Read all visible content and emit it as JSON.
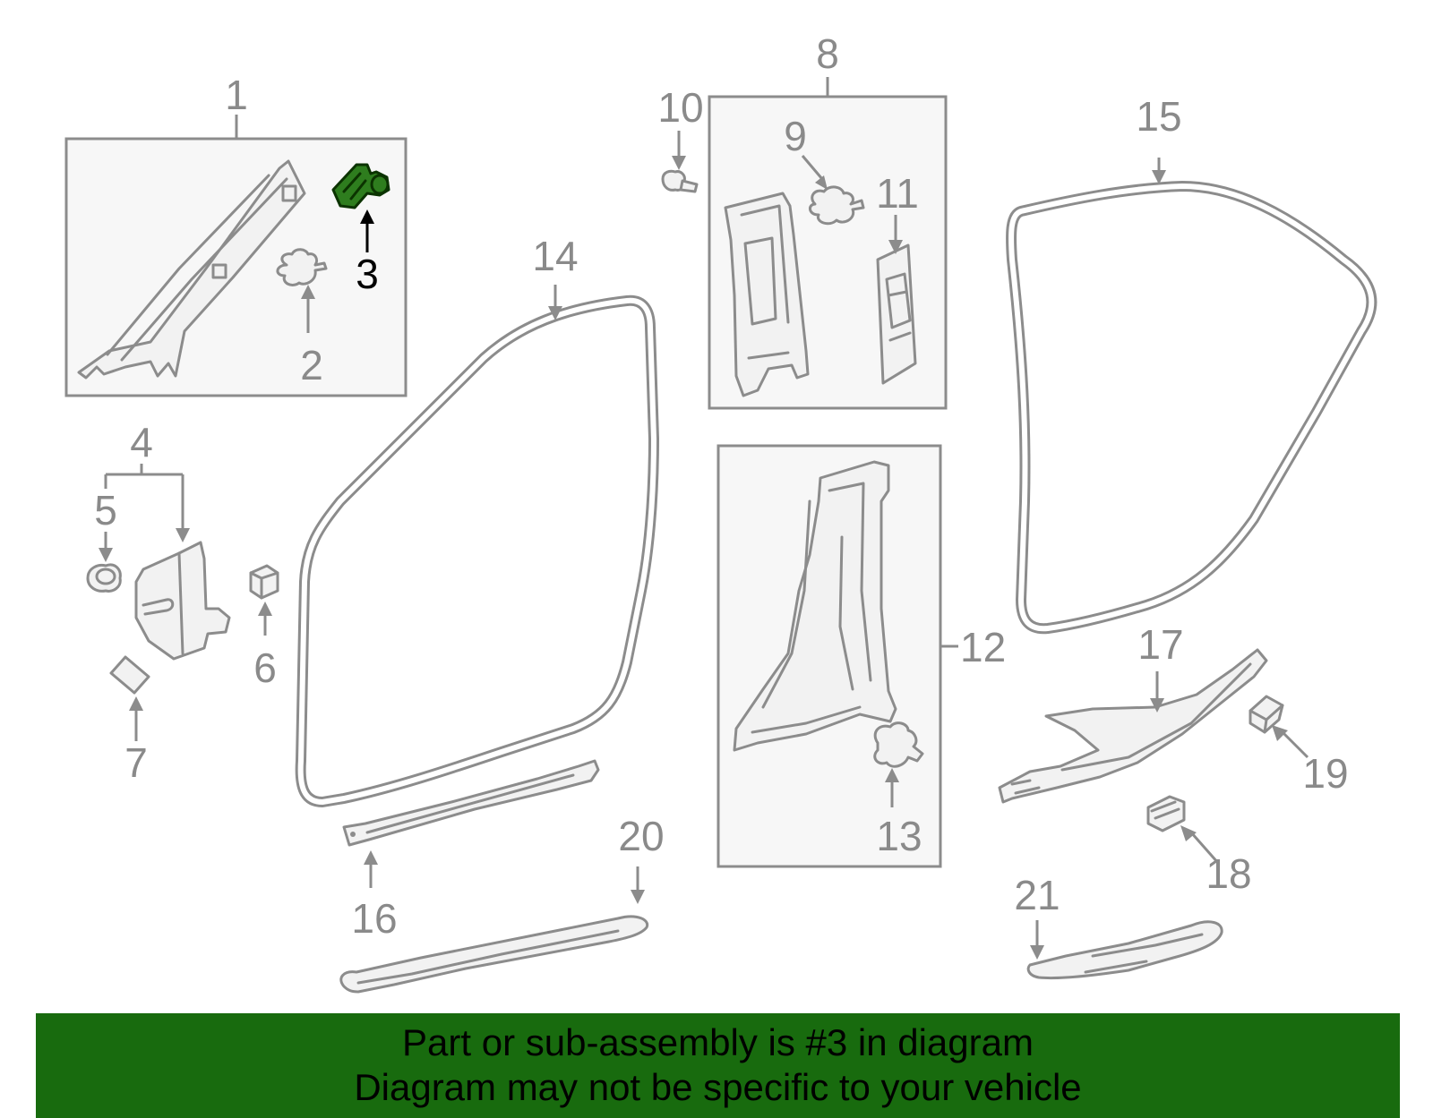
{
  "callouts": {
    "c1": "1",
    "c2": "2",
    "c3": "3",
    "c4": "4",
    "c5": "5",
    "c6": "6",
    "c7": "7",
    "c8": "8",
    "c9": "9",
    "c10": "10",
    "c11": "11",
    "c12": "12",
    "c13": "13",
    "c14": "14",
    "c15": "15",
    "c16": "16",
    "c17": "17",
    "c18": "18",
    "c19": "19",
    "c20": "20",
    "c21": "21"
  },
  "highlighted_part": "3",
  "colors": {
    "highlight_part": "#2e7d1e",
    "banner_background": "#186b0e",
    "line_gray": "#8c8c8c"
  },
  "banner": {
    "line1": "Part or sub-assembly is #3 in diagram",
    "line2": "Diagram may not be specific to your vehicle"
  }
}
